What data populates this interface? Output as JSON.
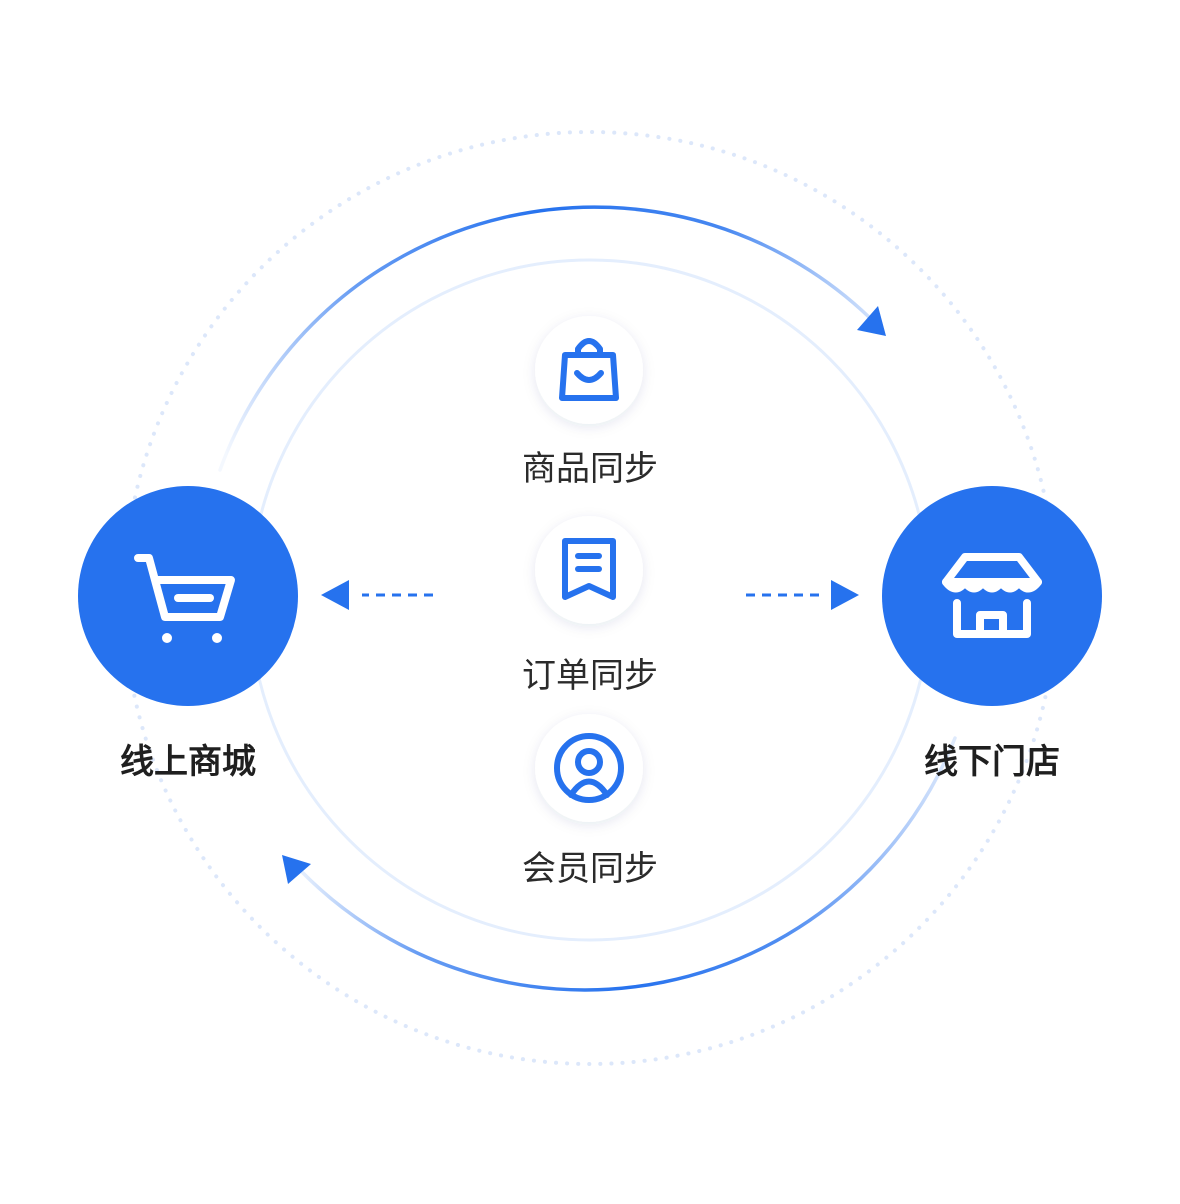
{
  "colors": {
    "primary": "#2672EE",
    "label_dark": "#1f1f1f",
    "label_text": "#2b2b2b",
    "ring_light": "#E4EEFD",
    "dots": "#DCE7FA",
    "badge_bg": "#ffffff"
  },
  "nodes": {
    "online_mall": {
      "label": "线上商城",
      "icon": "shopping-cart-icon"
    },
    "offline_store": {
      "label": "线下门店",
      "icon": "storefront-icon"
    }
  },
  "sync_items": [
    {
      "label": "商品同步",
      "icon": "shopping-bag-icon"
    },
    {
      "label": "订单同步",
      "icon": "receipt-icon"
    },
    {
      "label": "会员同步",
      "icon": "member-user-icon"
    }
  ]
}
